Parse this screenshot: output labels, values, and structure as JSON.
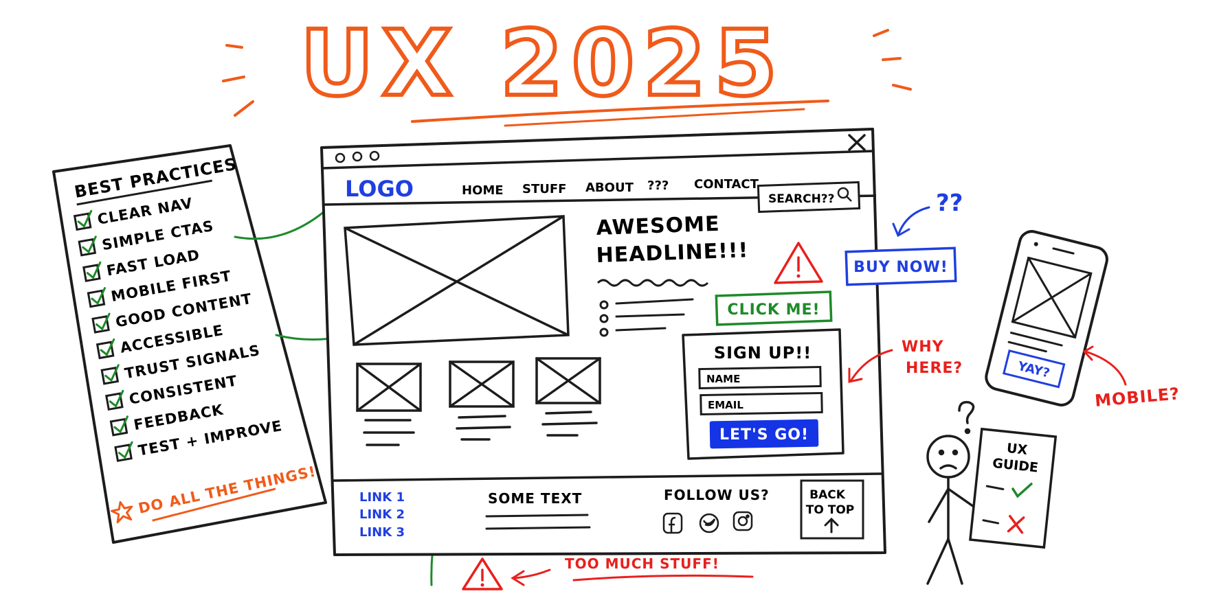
{
  "title": "UX 2025",
  "checklist": {
    "heading": "BEST PRACTICES",
    "items": [
      "CLEAR NAV",
      "SIMPLE CTAS",
      "FAST LOAD",
      "MOBILE FIRST",
      "GOOD CONTENT",
      "ACCESSIBLE",
      "TRUST SIGNALS",
      "CONSISTENT",
      "FEEDBACK",
      "TEST + IMPROVE"
    ],
    "footer": "DO ALL THE THINGS!"
  },
  "browser": {
    "logo": "LOGO",
    "nav": [
      "HOME",
      "STUFF",
      "ABOUT",
      "???",
      "CONTACT"
    ],
    "search": "SEARCH??",
    "headline_line1": "AWESOME",
    "headline_line2": "HEADLINE!!!",
    "click_me": "CLICK ME!",
    "signup": {
      "title": "SIGN UP!!",
      "name_placeholder": "NAME",
      "email_placeholder": "EMAIL",
      "submit": "LET'S GO!"
    },
    "footer": {
      "links": [
        "LINK 1",
        "LINK 2",
        "LINK 3"
      ],
      "some_text": "SOME TEXT",
      "follow_us": "FOLLOW US?",
      "back_to_top_line1": "BACK",
      "back_to_top_line2": "TO TOP"
    }
  },
  "annotations": {
    "buy_now": "BUY NOW!",
    "qq": "??",
    "why_here_line1": "WHY",
    "why_here_line2": "HERE?",
    "mobile": "MOBILE?",
    "phone_button": "YAY?",
    "too_much": "TOO MUCH STUFF!",
    "ux_guide_line1": "UX",
    "ux_guide_line2": "GUIDE"
  },
  "colors": {
    "ink": "#1c1c1c",
    "orange": "#f05a1a",
    "blue": "#1f3fe0",
    "green": "#1e8a2a",
    "red": "#e8201c",
    "button_blue": "#1434e6"
  }
}
